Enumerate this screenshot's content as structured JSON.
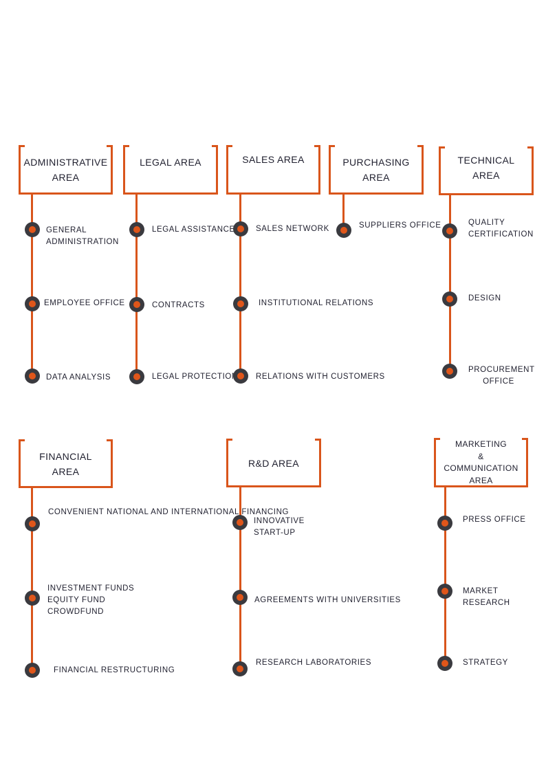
{
  "colors": {
    "accent": "#d9551b",
    "node_outer": "#3a3a3f",
    "node_inner": "#e0561a",
    "text": "#1f1f2e"
  },
  "areas": {
    "administrative": {
      "title": "ADMINISTRATIVE\nAREA",
      "items": [
        "GENERAL\nADMINISTRATION",
        "EMPLOYEE OFFICE",
        "DATA ANALYSIS"
      ]
    },
    "legal": {
      "title": "LEGAL AREA",
      "items": [
        "LEGAL ASSISTANCE",
        "CONTRACTS",
        "LEGAL PROTECTION"
      ]
    },
    "sales": {
      "title": "SALES AREA",
      "items": [
        "SALES NETWORK",
        "INSTITUTIONAL RELATIONS",
        "RELATIONS WITH CUSTOMERS"
      ]
    },
    "purchasing": {
      "title": "PURCHASING\nAREA",
      "items": [
        "SUPPLIERS OFFICE"
      ]
    },
    "technical": {
      "title": "TECHNICAL\nAREA",
      "items": [
        "QUALITY\nCERTIFICATION",
        "DESIGN",
        "PROCUREMENT\nOFFICE"
      ]
    },
    "financial": {
      "title": "FINANCIAL\nAREA",
      "items": [
        "CONVENIENT NATIONAL AND INTERNATIONAL FINANCING",
        "INVESTMENT FUNDS\nEQUITY FUND\nCROWDFUND",
        "FINANCIAL RESTRUCTURING"
      ]
    },
    "rnd": {
      "title": "R&D AREA",
      "items": [
        "INNOVATIVE\nSTART-UP",
        "AGREEMENTS WITH UNIVERSITIES",
        "RESEARCH LABORATORIES"
      ]
    },
    "marketing": {
      "title": "MARKETING\n&\nCOMMUNICATION\nAREA",
      "items": [
        "PRESS OFFICE",
        "MARKET RESEARCH",
        "STRATEGY"
      ]
    }
  }
}
